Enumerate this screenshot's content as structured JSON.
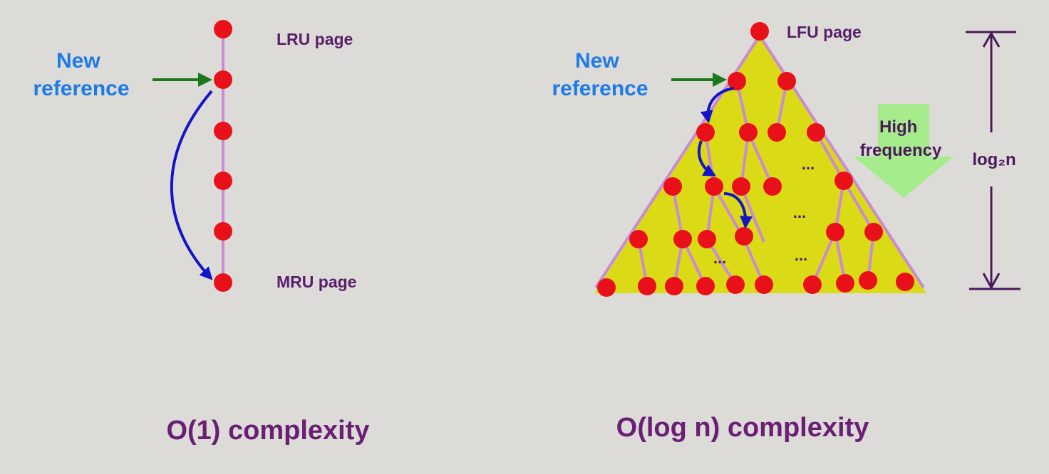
{
  "left_panel": {
    "new_reference": [
      "New",
      "reference"
    ],
    "top_label": "LRU page",
    "bottom_label": "MRU page",
    "caption": "O(1) complexity"
  },
  "right_panel": {
    "new_reference": [
      "New",
      "reference"
    ],
    "top_label": "LFU page",
    "arrow_label": [
      "High",
      "frequency"
    ],
    "height_label": "log₂n",
    "ellipsis": "...",
    "caption": "O(log n) complexity"
  },
  "colors": {
    "background": "#dcdbd8",
    "node": "#e8111a",
    "edge": "#c98ad6",
    "heap_fill": "#dada17",
    "new_ref_arrow": "#1a7a1a",
    "move_arrow": "#1414c8",
    "freq_arrow": "#a6ec8c",
    "label_blue": "#1e7be6",
    "label_purple": "#5a1f6a",
    "caption": "#6a1f74"
  }
}
